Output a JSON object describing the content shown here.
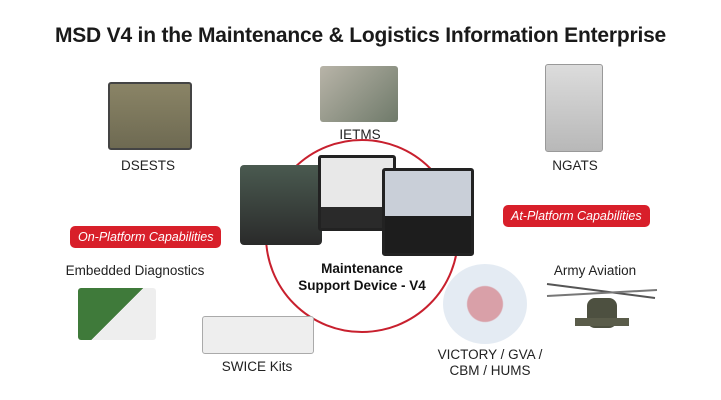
{
  "title": "MSD V4 in the Maintenance & Logistics Information Enterprise",
  "center": {
    "line1": "Maintenance",
    "line2": "Support Device - V4"
  },
  "badges": {
    "on_platform": "On-Platform Capabilities",
    "at_platform": "At-Platform Capabilities"
  },
  "nodes": {
    "dsests": "DSESTS",
    "ietms": "IETMS",
    "ngats": "NGATS",
    "embedded": "Embedded Diagnostics",
    "swice": "SWICE Kits",
    "victory_line1": "VICTORY / GVA /",
    "victory_line2": "CBM / HUMS",
    "aviation": "Army Aviation"
  },
  "colors": {
    "accent": "#d81f2a",
    "circle": "#c8202e"
  }
}
